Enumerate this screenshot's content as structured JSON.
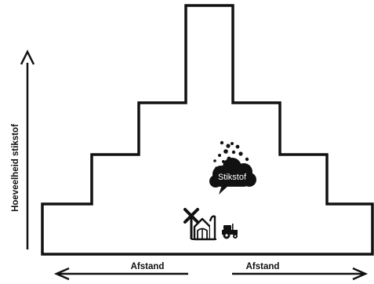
{
  "y_axis_label": "Hoeveelheid stikstof",
  "cloud_label": "Stikstof",
  "distance_left_label": "Afstand",
  "distance_right_label": "Afstand",
  "icons": [
    "farm-windmill-icon",
    "tractor-icon",
    "nitrogen-cloud-icon"
  ],
  "colors": {
    "ink": "#111111",
    "background": "#ffffff"
  }
}
